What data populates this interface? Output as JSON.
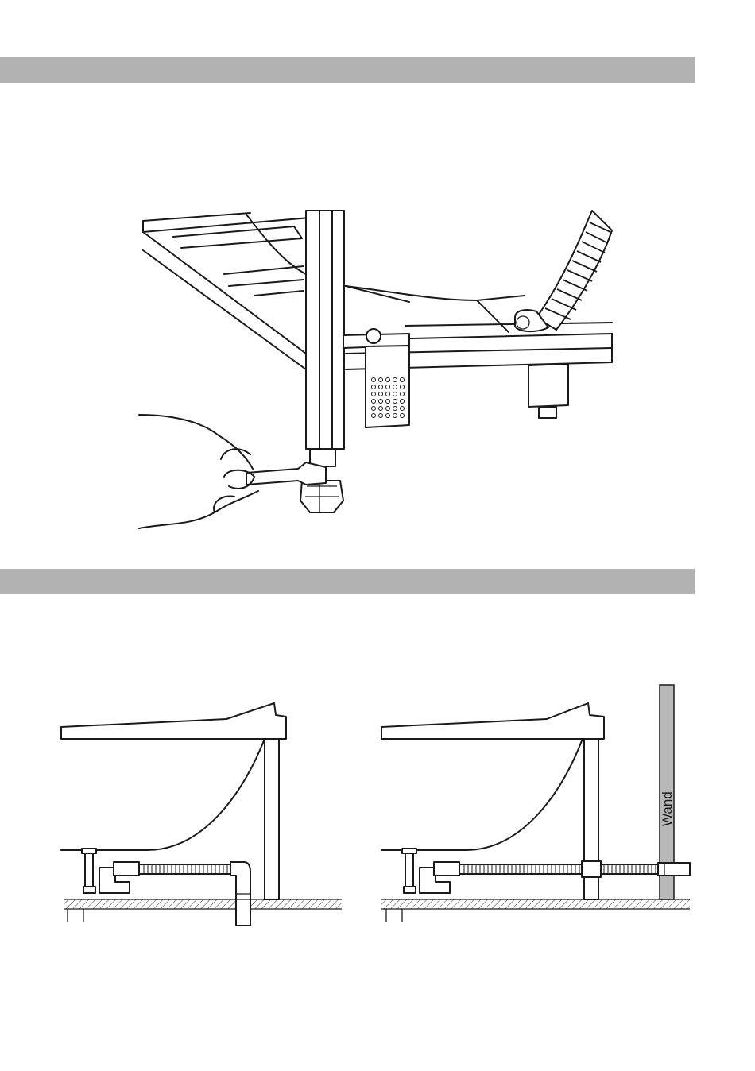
{
  "sections": [
    {
      "id": "section-1",
      "header_text": ""
    },
    {
      "id": "section-2",
      "header_text": ""
    }
  ],
  "figures": {
    "leg_adjustment": {
      "icons": [
        "hand-icon",
        "wrench-icon",
        "adjustable-foot-icon",
        "bracket-icon",
        "drain-hose-icon"
      ]
    },
    "drain_free_standing": {
      "icons": [
        "bathtub-icon",
        "drain-trap-icon",
        "flexible-hose-icon",
        "floor-pipe-icon"
      ]
    },
    "drain_wall": {
      "wall_label": "Wand",
      "icons": [
        "bathtub-icon",
        "drain-trap-icon",
        "flexible-hose-icon",
        "wall-pipe-icon"
      ]
    }
  },
  "colors": {
    "header_bar": "#b2b2b2",
    "wall": "#b8b8b8",
    "line": "#1a1a1a"
  }
}
